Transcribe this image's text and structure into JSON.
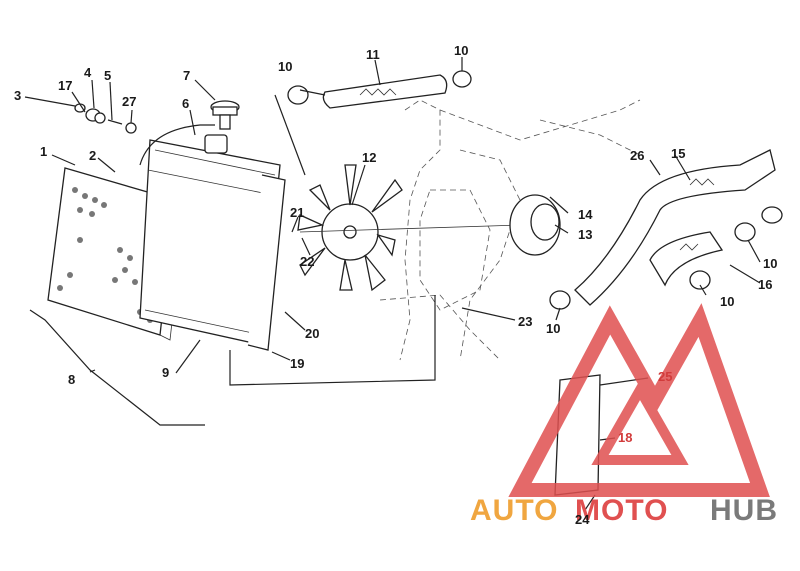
{
  "callouts": {
    "c1": "1",
    "c2": "2",
    "c3": "3",
    "c4": "4",
    "c5": "5",
    "c6": "6",
    "c7": "7",
    "c8": "8",
    "c9": "9",
    "c10a": "10",
    "c10b": "10",
    "c10c": "10",
    "c10d": "10",
    "c10e": "10",
    "c11": "11",
    "c12": "12",
    "c13": "13",
    "c14": "14",
    "c15": "15",
    "c16": "16",
    "c17": "17",
    "c18": "18",
    "c19": "19",
    "c20": "20",
    "c21": "21",
    "c22": "22",
    "c23": "23",
    "c24": "24",
    "c25": "25",
    "c26": "26",
    "c27": "27"
  },
  "watermark": {
    "part1": "AUTO",
    "part2": "MOTO",
    "part3": "HUB",
    "color_red": "#e05050",
    "color_orange": "#f0a640",
    "color_gray": "#7a7a7a"
  }
}
